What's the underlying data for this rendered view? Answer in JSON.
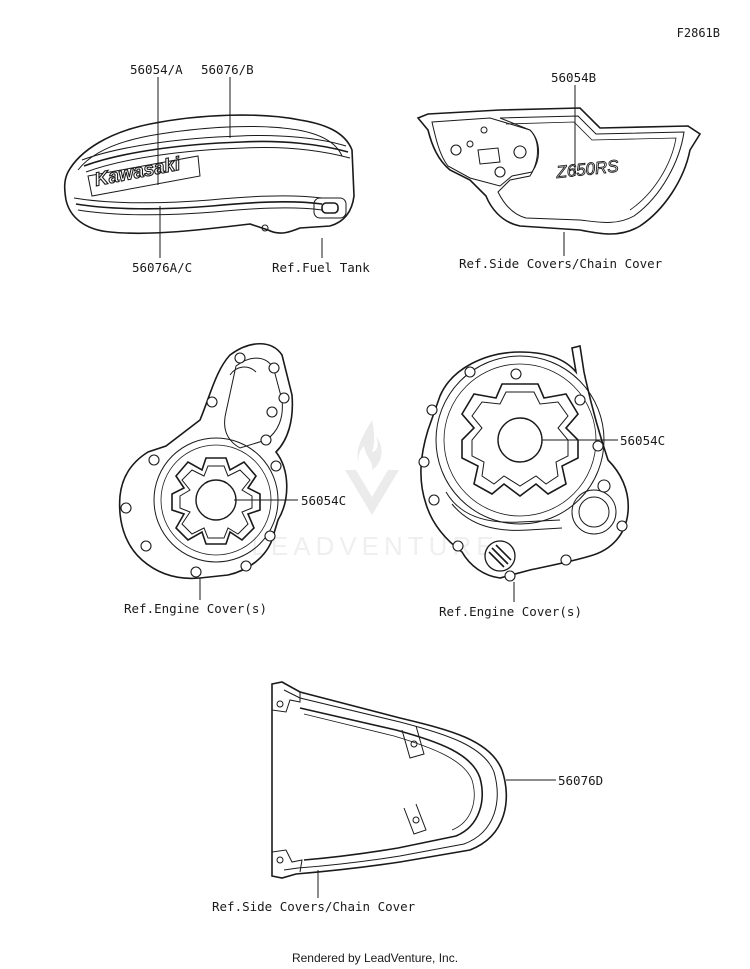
{
  "figure_id": "F2861B",
  "watermark": {
    "logo": "leadventure-flame-logo",
    "text": "LEADVENTURE"
  },
  "callouts": {
    "tank_a": "56054/A",
    "tank_b": "56076/B",
    "tank_c": "56076A/C",
    "side_cover": "56054B",
    "engine_left": "56054C",
    "engine_right": "56054C",
    "tail": "56076D"
  },
  "tank_logo_text": "Kawasaki",
  "side_cover_logo_text": "Z650RS",
  "references": {
    "fuel_tank": "Ref.Fuel Tank",
    "side_covers_top": "Ref.Side Covers/Chain Cover",
    "engine_left": "Ref.Engine Cover(s)",
    "engine_right": "Ref.Engine Cover(s)",
    "side_covers_bottom": "Ref.Side Covers/Chain Cover"
  },
  "footer": "Rendered by LeadVenture, Inc."
}
